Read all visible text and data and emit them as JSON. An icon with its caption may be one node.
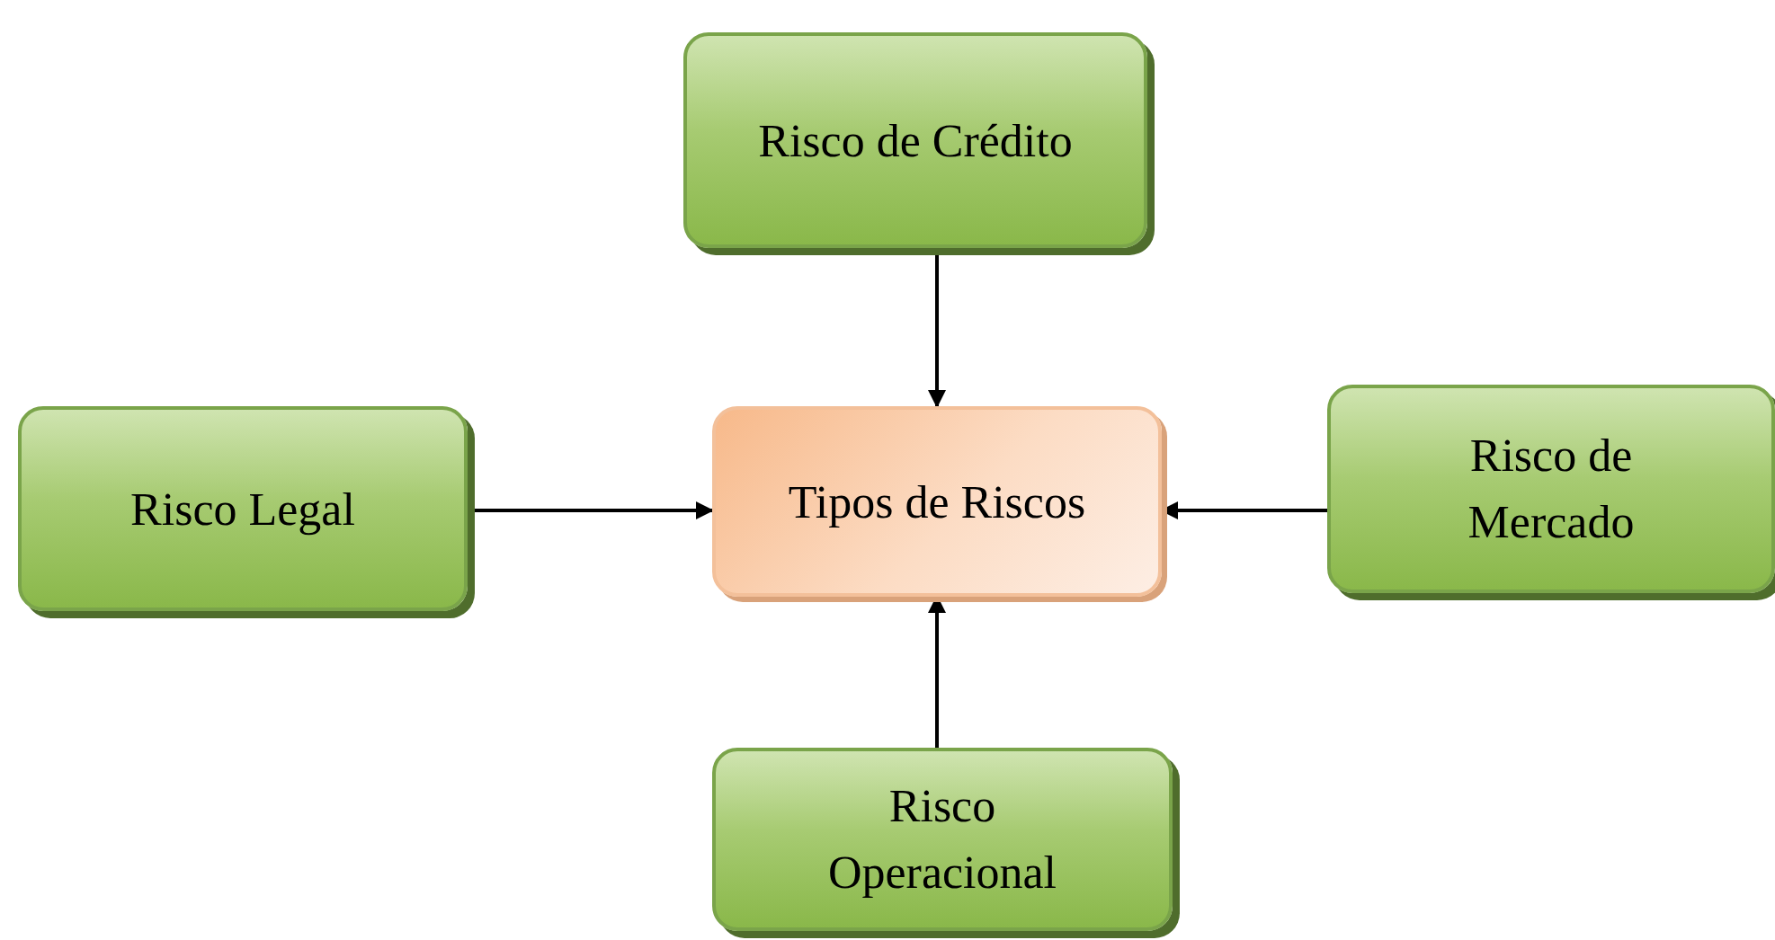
{
  "diagram": {
    "nodes": [
      {
        "text": [
          "Risco de Crédito"
        ]
      },
      {
        "text": [
          "Risco Legal"
        ]
      },
      {
        "text": [
          "Tipos de Riscos"
        ]
      },
      {
        "text": [
          "Risco de Mercado"
        ]
      },
      {
        "text": [
          "Risco Operacional"
        ]
      }
    ],
    "edges": [
      {
        "from": 0,
        "to": 2,
        "arrow": "to"
      },
      {
        "from": 1,
        "to": 2,
        "arrow": "to"
      },
      {
        "from": 3,
        "to": 2,
        "arrow": "to"
      },
      {
        "from": 4,
        "to": 2,
        "arrow": "to"
      }
    ]
  }
}
